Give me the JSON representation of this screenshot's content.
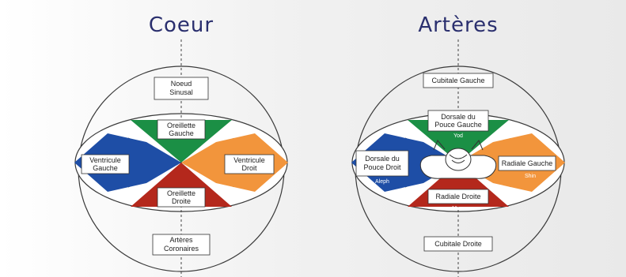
{
  "colors": {
    "navy": "#2a2f6e",
    "green": "#1b8f45",
    "blue": "#1e4ea6",
    "orange": "#f2953c",
    "red": "#b4281c",
    "outline": "#3a3a3a"
  },
  "coeur": {
    "title": "Coeur",
    "top_box": [
      "Noeud",
      "Sinusal"
    ],
    "top_wedge": [
      "Oreillette",
      "Gauche"
    ],
    "left_wedge": [
      "Ventricule",
      "Gauche"
    ],
    "right_wedge": [
      "Ventricule",
      "Droit"
    ],
    "bottom_wedge": [
      "Oreillette",
      "Droite"
    ],
    "bottom_box": [
      "Artères",
      "Coronaires"
    ]
  },
  "arteres": {
    "title": "Artères",
    "top_box": "Cubitale Gauche",
    "top_wedge": [
      "Dorsale du",
      "Pouce Gauche"
    ],
    "top_sub": "Yod",
    "left_wedge": [
      "Dorsale du",
      "Pouce Droit"
    ],
    "left_sub": "Aleph",
    "right_wedge": "Radiale Gauche",
    "right_sub": "Shin",
    "bottom_wedge": "Radiale Droite",
    "bottom_sub": "Mem",
    "bottom_box": "Cubitale Droite"
  }
}
